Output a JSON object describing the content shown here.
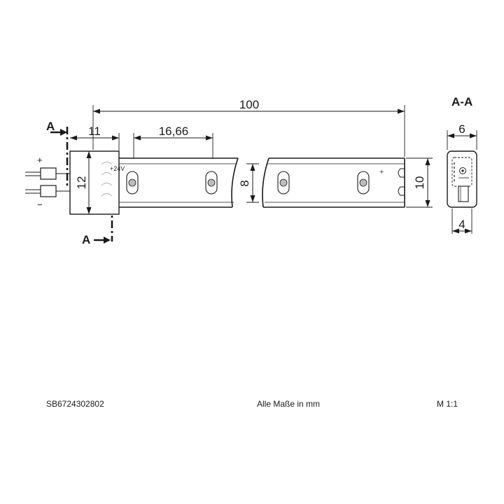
{
  "drawing": {
    "dimensions": {
      "total_length": "100",
      "connector_length": "11",
      "led_pitch": "16,66",
      "connector_height": "12",
      "strip_height": "8",
      "outer_height": "10",
      "section_width": "6",
      "section_bottom_width": "4"
    },
    "section_marker": "A",
    "section_title": "A-A",
    "polarity": {
      "plus": "+",
      "minus": "−"
    },
    "strip_plus": "+",
    "voltage_mark": "+24V"
  },
  "footer": {
    "article_number": "SB6724302802",
    "units_note": "Alle Maße in mm",
    "scale": "M 1:1"
  }
}
